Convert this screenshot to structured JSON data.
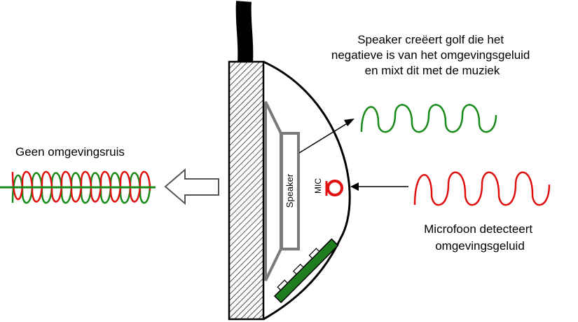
{
  "labels": {
    "speaker_caption": [
      "Speaker creëert golf die het",
      "negatieve is van het omgevingsgeluid",
      "en mixt dit met de muziek"
    ],
    "mic_caption": [
      "Microfoon detecteert",
      "omgevingsgeluid"
    ],
    "noise_caption": "Geen omgevingsruis",
    "speaker_label": "Speaker",
    "mic_label": "MIC"
  },
  "colors": {
    "anti_wave": "#1a8a1a",
    "noise_wave": "#e01010",
    "circuit_board": "#1e7d1e",
    "outline": "#000000",
    "speaker_frame": "#7a7a7a"
  }
}
